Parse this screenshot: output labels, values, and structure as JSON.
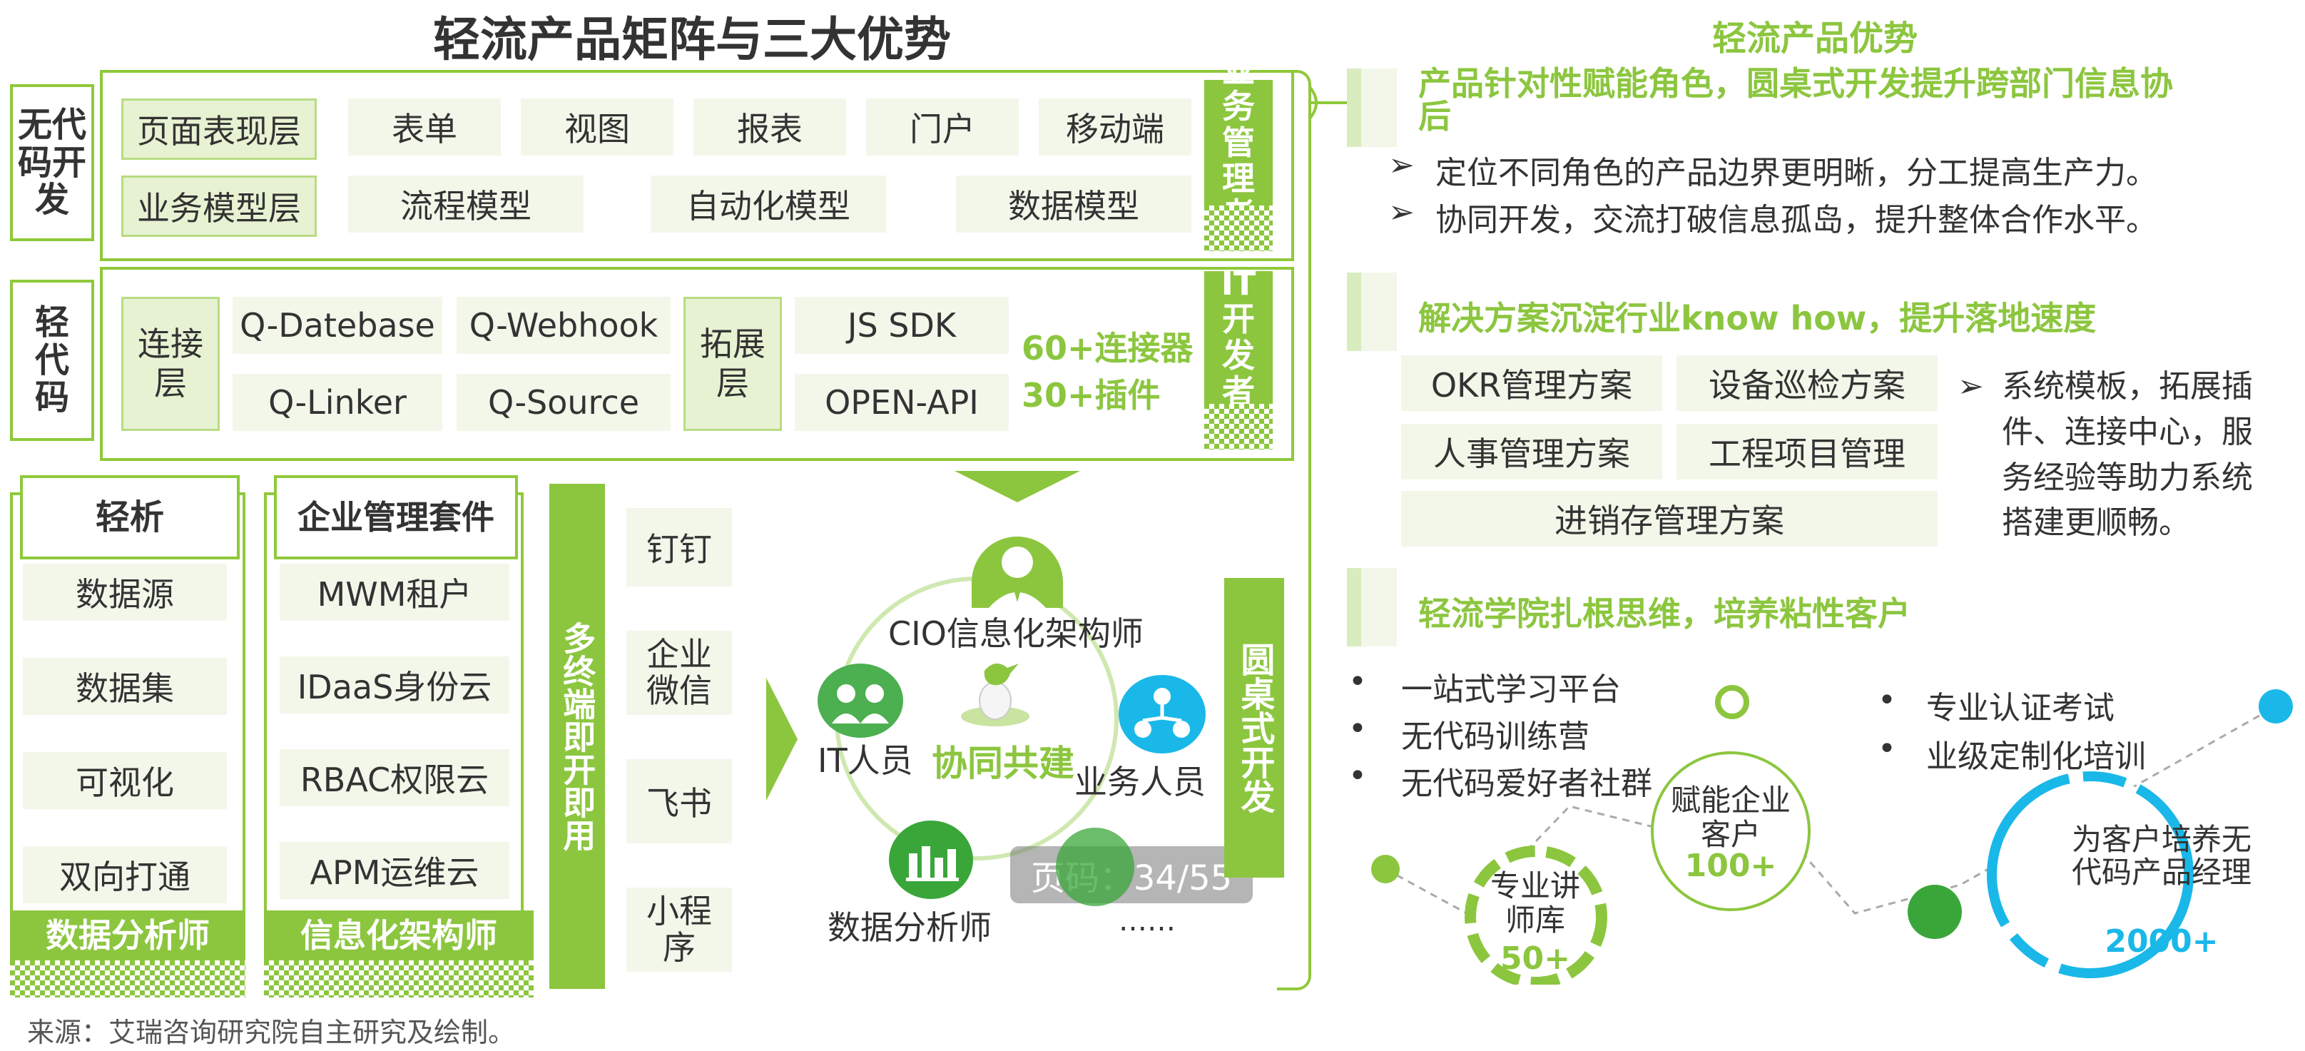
{
  "title": "轻流产品矩阵与三大优势",
  "matrix": {
    "nocode": {
      "label": "无代码开发",
      "row1": [
        "页面表现层",
        "表单",
        "视图",
        "报表",
        "门户",
        "移动端"
      ],
      "row2": [
        "业务模型层",
        "流程模型",
        "自动化模型",
        "数据模型"
      ],
      "role": "业务管理者"
    },
    "lowcode": {
      "label": "轻代码",
      "connect_label": "连接层",
      "connect_items": [
        "Q-Datebase",
        "Q-Webhook",
        "Q-Linker",
        "Q-Source"
      ],
      "extend_label": "拓展层",
      "extend_items": [
        "JS SDK",
        "OPEN-API"
      ],
      "stats": [
        "60+连接器",
        "30+插件"
      ],
      "role": "IT开发者"
    },
    "analytics": {
      "title": "轻析",
      "items": [
        "数据源",
        "数据集",
        "可视化",
        "双向打通"
      ],
      "footer": "数据分析师"
    },
    "suite": {
      "title": "企业管理套件",
      "items": [
        "MWM租户",
        "IDaaS身份云",
        "RBAC权限云",
        "APM运维云"
      ],
      "footer": "信息化架构师"
    },
    "multi_terminal": {
      "label": "多终端即开即用",
      "items": [
        "钉钉",
        "企业微信",
        "飞书",
        "小程序"
      ]
    },
    "collab": {
      "center": "协同共建",
      "roles": [
        "CIO信息化架构师",
        "IT人员",
        "业务人员",
        "数据分析师",
        "……"
      ],
      "side_label": "圆桌式开发",
      "page_overlay": "页码：34/55"
    }
  },
  "advantages": {
    "heading": "轻流产品优势",
    "adv1": {
      "title": "产品针对性赋能角色，圆桌式开发提升跨部门信息协后",
      "bullets": [
        "定位不同角色的产品边界更明晰，分工提高生产力。",
        "协同开发，交流打破信息孤岛，提升整体合作水平。"
      ]
    },
    "adv2": {
      "title": "解决方案沉淀行业know how，提升落地速度",
      "solutions": [
        "OKR管理方案",
        "设备巡检方案",
        "人事管理方案",
        "工程项目管理",
        "进销存管理方案"
      ],
      "note": "系统模板，拓展插件、连接中心，服务经验等助力系统搭建更顺畅。"
    },
    "adv3": {
      "title": "轻流学院扎根思维，培养粘性客户",
      "bullets_left": [
        "一站式学习平台",
        "无代码训练营",
        "无代码爱好者社群"
      ],
      "bullets_right": [
        "专业认证考试",
        "业级定制化培训"
      ],
      "circle1": {
        "label": "专业讲师库",
        "value": "50+"
      },
      "circle2": {
        "label": "赋能企业客户",
        "value": "100+"
      },
      "circle3": {
        "label": "为客户培养无代码产品经理",
        "value": "2000+"
      }
    }
  },
  "source": "来源：艾瑞咨询研究院自主研究及绘制。",
  "colors": {
    "green": "#8cc63f",
    "light_green": "#f2f7ea",
    "cyan": "#1ab8e8",
    "dark_green": "#3aa63a"
  }
}
